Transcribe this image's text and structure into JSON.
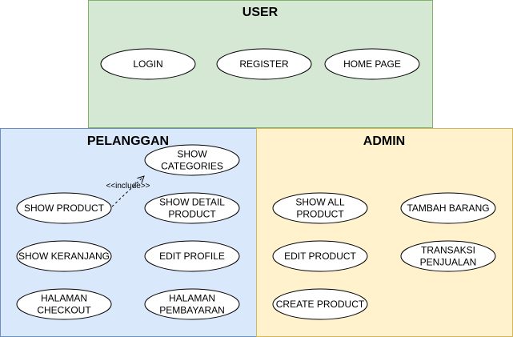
{
  "colors": {
    "user_fill": "#d5e8d4",
    "user_stroke": "#82b366",
    "pelanggan_fill": "#dae8fc",
    "pelanggan_stroke": "#6c8ebf",
    "admin_fill": "#fff2cc",
    "admin_stroke": "#d6b656"
  },
  "panels": {
    "user": {
      "title": "USER"
    },
    "pelanggan": {
      "title": "PELANGGAN"
    },
    "admin": {
      "title": "ADMIN"
    }
  },
  "user_cases": {
    "login": [
      "LOGIN"
    ],
    "register": [
      "REGISTER"
    ],
    "home_page": [
      "HOME PAGE"
    ]
  },
  "pelanggan_cases": {
    "show_categories": [
      "SHOW",
      "CATEGORIES"
    ],
    "show_product": [
      "SHOW PRODUCT"
    ],
    "show_detail_product": [
      "SHOW DETAIL",
      "PRODUCT"
    ],
    "show_keranjang": [
      "SHOW KERANJANG"
    ],
    "edit_profile": [
      "EDIT PROFILE"
    ],
    "halaman_checkout": [
      "HALAMAN",
      "CHECKOUT"
    ],
    "halaman_pembayaran": [
      "HALAMAN",
      "PEMBAYARAN"
    ]
  },
  "admin_cases": {
    "show_all_product": [
      "SHOW ALL",
      "PRODUCT"
    ],
    "tambah_barang": [
      "TAMBAH BARANG"
    ],
    "edit_product": [
      "EDIT PRODUCT"
    ],
    "transaksi_penjualan": [
      "TRANSAKSI",
      "PENJUALAN"
    ],
    "create_product": [
      "CREATE PRODUCT"
    ]
  },
  "relations": {
    "include_label": "<<include>>"
  }
}
